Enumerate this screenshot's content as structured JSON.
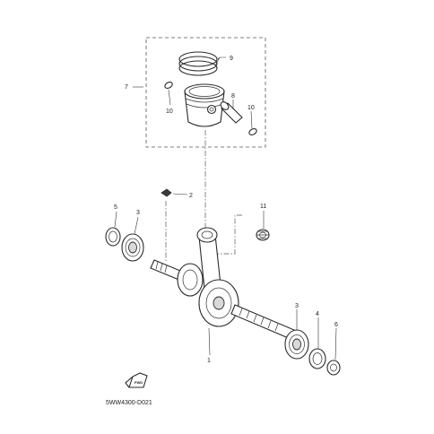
{
  "diagram": {
    "code": "5WW4300-D021",
    "callouts": {
      "c1": "1",
      "c2": "2",
      "c3a": "3",
      "c3b": "3",
      "c4": "4",
      "c5": "5",
      "c6": "6",
      "c7": "7",
      "c8": "8",
      "c9": "9",
      "c10a": "10",
      "c10b": "10",
      "c11": "11"
    },
    "fwd_badge": "FWD"
  }
}
